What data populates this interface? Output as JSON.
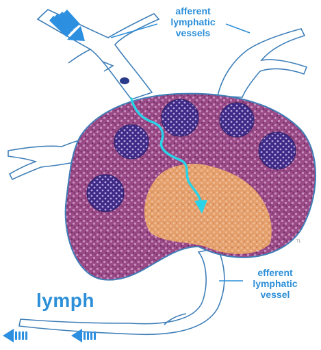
{
  "labels": {
    "afferent": [
      "afferent",
      "lymphatic",
      "vessels"
    ],
    "efferent": [
      "efferent",
      "lymphatic",
      "vessel"
    ],
    "lymph": "lymph",
    "initials": "TL"
  },
  "colors": {
    "label_text": "#2c8fd8",
    "vessel_outline": "#3f7fb8",
    "node_tissue": "#8a3a7a",
    "follicle": "#3a2a80",
    "medulla": "#e8a060",
    "flow_arrow": "#29d4e8",
    "lymph_arrows": "#2d8fe0"
  },
  "icons": {
    "lymph_flow_arrow": "wavy-arrow-icon",
    "incoming_arrow": "striped-arrow-icon",
    "outgoing_arrows": "striped-arrow-icon"
  }
}
